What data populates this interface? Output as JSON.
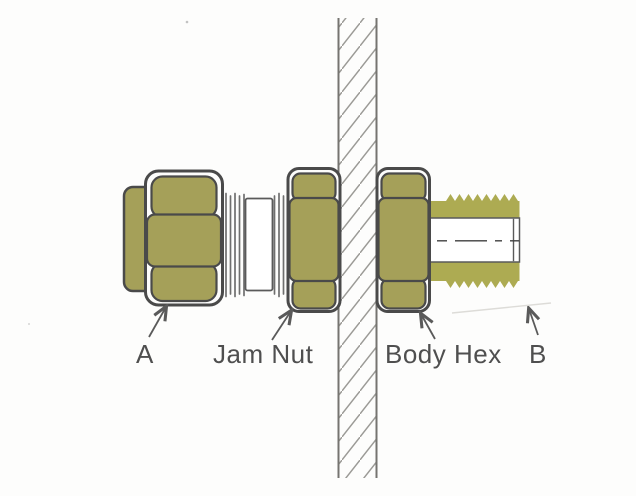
{
  "diagram": {
    "type": "technical-illustration",
    "subject": "bulkhead compression fitting through wall cross-section",
    "callouts": {
      "a": "A",
      "jam_nut": "Jam Nut",
      "body_hex": "Body Hex",
      "b": "B"
    },
    "colors": {
      "background": "#fdfdfc",
      "brass_fill": "#a5a059",
      "male_thread_fill": "#adab52",
      "part_outline": "#4a4a4a",
      "thread_line": "#6f6f6f",
      "wall_edge": "#757470",
      "hatch_line": "#9b9a96",
      "centerline": "#3f3f3f",
      "label_text": "#4f4f4f",
      "arrow": "#5a5a5a"
    }
  }
}
